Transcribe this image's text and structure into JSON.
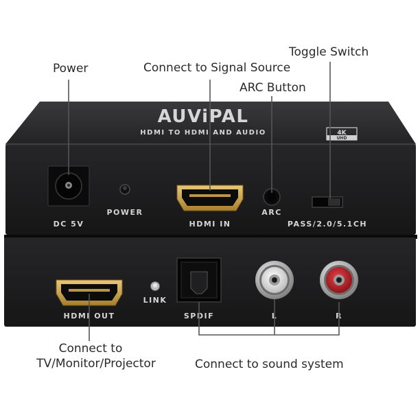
{
  "callouts": {
    "power": "Power",
    "signal_source": "Connect to Signal Source",
    "toggle_switch": "Toggle Switch",
    "arc_button": "ARC Button",
    "tv_line1": "Connect to",
    "tv_line2": "TV/Monitor/Projector",
    "sound_system": "Connect to sound system"
  },
  "device": {
    "brand": "AUViPAL",
    "subtitle": "HDMI TO HDMI AND AUDIO",
    "badge_top": "4K",
    "badge_bottom": "UHD",
    "top_labels": {
      "dc": "DC 5V",
      "power": "POWER",
      "hdmi_in": "HDMI IN",
      "arc": "ARC",
      "mode": "PASS/2.0/5.1CH"
    },
    "bottom_labels": {
      "hdmi_out": "HDMI OUT",
      "link": "LINK",
      "spdif": "SPDIF",
      "left": "L",
      "right": "R"
    }
  },
  "colors": {
    "chassis": "#1b1b1d",
    "label_text": "#d6d6d6",
    "rca_right": "#c0242c",
    "rca_left": "#e8e8e8",
    "hdmi_gold": "#c9a24a"
  }
}
